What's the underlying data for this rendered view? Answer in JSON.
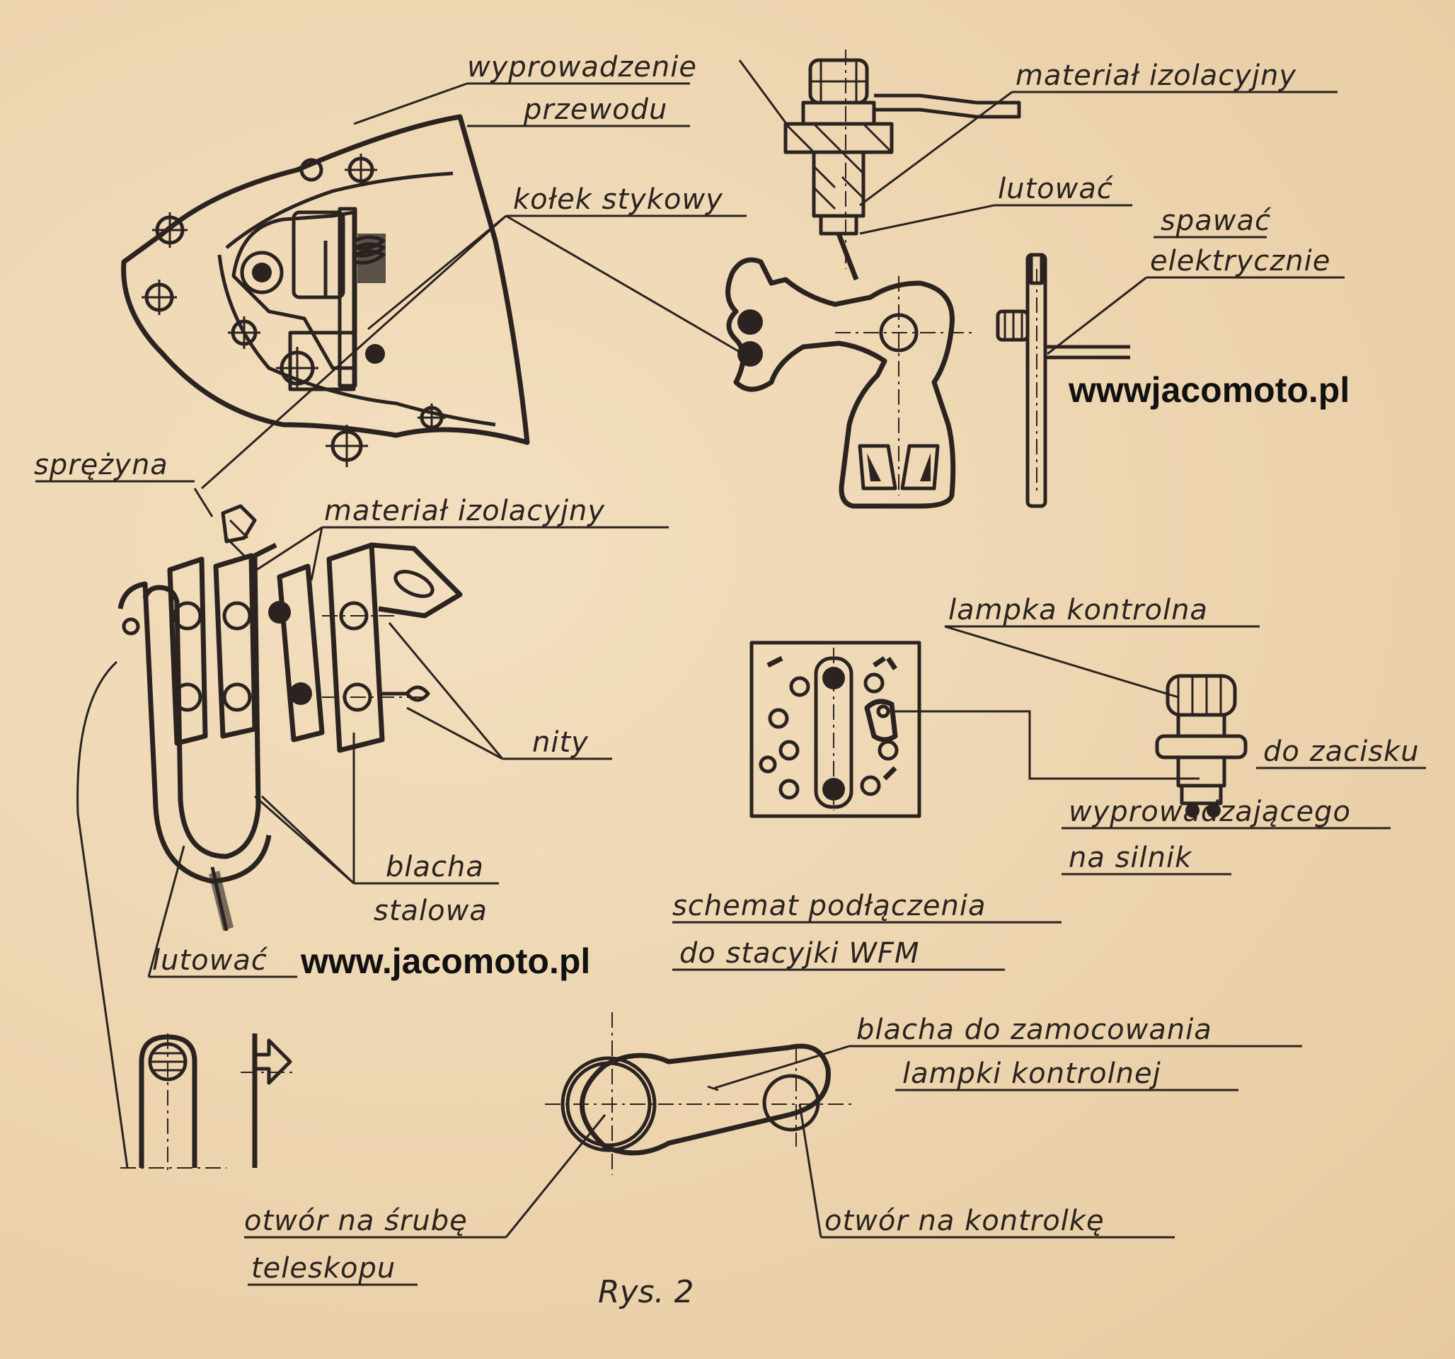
{
  "labels": {
    "wyprowadzenie_1": "wyprowadzenie",
    "wyprowadzenie_2": "przewodu",
    "material_izolacyjny_top": "materiał izolacyjny",
    "lutowac_top": "lutować",
    "spawac_1": "spawać",
    "spawac_2": "elektrycznie",
    "kolek_stykowy": "kołek stykowy",
    "sprezyna": "sprężyna",
    "material_izolacyjny_mid": "materiał izolacyjny",
    "nity": "nity",
    "blacha_stalowa_1": "blacha",
    "blacha_stalowa_2": "stalowa",
    "lutowac_bottom": "lutować",
    "lampka_kontrolna": "lampka kontrolna",
    "do_zacisku": "do zacisku",
    "wyprowadzajacego_1": "wyprowadzającego",
    "wyprowadzajacego_2": "na silnik",
    "schemat_1": "schemat podłączenia",
    "schemat_2": "do stacyjki WFM",
    "blacha_zamocowania_1": "blacha do zamocowania",
    "blacha_zamocowania_2": "lampki kontrolnej",
    "otwor_sruba_1": "otwór na śrubę",
    "otwor_sruba_2": "teleskopu",
    "otwor_kontrolka": "otwór na kontrolkę"
  },
  "watermarks": {
    "top": "wwwjacomoto.pl",
    "bottom": "www.jacomoto.pl"
  },
  "caption": "Rys. 2"
}
